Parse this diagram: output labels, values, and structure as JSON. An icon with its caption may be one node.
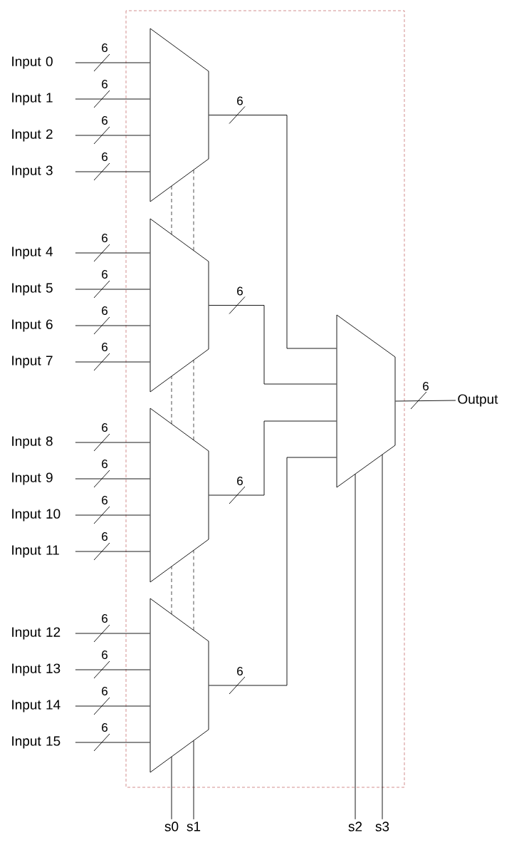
{
  "diagram": {
    "nodes": [
      {
        "text": [],
        "shape": "trapezoid"
      },
      {
        "text": [],
        "shape": "trapezoid"
      },
      {
        "text": [],
        "shape": "trapezoid"
      },
      {
        "text": [],
        "shape": "trapezoid"
      },
      {
        "text": [],
        "shape": "trapezoid"
      },
      {
        "text": [
          "Input 0"
        ]
      },
      {
        "text": [
          "Input 1"
        ]
      },
      {
        "text": [
          "Input 2"
        ]
      },
      {
        "text": [
          "Input 3"
        ]
      },
      {
        "text": [
          "Input 4"
        ]
      },
      {
        "text": [
          "Input 5"
        ]
      },
      {
        "text": [
          "Input 6"
        ]
      },
      {
        "text": [
          "Input 7"
        ]
      },
      {
        "text": [
          "Input 8"
        ]
      },
      {
        "text": [
          "Input 9"
        ]
      },
      {
        "text": [
          "Input 10"
        ]
      },
      {
        "text": [
          "Input 11"
        ]
      },
      {
        "text": [
          "Input 12"
        ]
      },
      {
        "text": [
          "Input 13"
        ]
      },
      {
        "text": [
          "Input 14"
        ]
      },
      {
        "text": [
          "Input 15"
        ]
      },
      {
        "text": [
          "Output"
        ]
      },
      {
        "text": [
          "s0"
        ]
      },
      {
        "text": [
          "s1"
        ]
      },
      {
        "text": [
          "s2"
        ]
      },
      {
        "text": [
          "s3"
        ]
      }
    ],
    "edges": [
      {
        "from": 5,
        "to": 0,
        "arrow": "none",
        "label": "6"
      },
      {
        "from": 6,
        "to": 0,
        "arrow": "none",
        "label": "6"
      },
      {
        "from": 7,
        "to": 0,
        "arrow": "none",
        "label": "6"
      },
      {
        "from": 8,
        "to": 0,
        "arrow": "none",
        "label": "6"
      },
      {
        "from": 9,
        "to": 1,
        "arrow": "none",
        "label": "6"
      },
      {
        "from": 10,
        "to": 1,
        "arrow": "none",
        "label": "6"
      },
      {
        "from": 11,
        "to": 1,
        "arrow": "none",
        "label": "6"
      },
      {
        "from": 12,
        "to": 1,
        "arrow": "none",
        "label": "6"
      },
      {
        "from": 13,
        "to": 2,
        "arrow": "none",
        "label": "6"
      },
      {
        "from": 14,
        "to": 2,
        "arrow": "none",
        "label": "6"
      },
      {
        "from": 15,
        "to": 2,
        "arrow": "none",
        "label": "6"
      },
      {
        "from": 16,
        "to": 2,
        "arrow": "none",
        "label": "6"
      },
      {
        "from": 17,
        "to": 3,
        "arrow": "none",
        "label": "6"
      },
      {
        "from": 18,
        "to": 3,
        "arrow": "none",
        "label": "6"
      },
      {
        "from": 19,
        "to": 3,
        "arrow": "none",
        "label": "6"
      },
      {
        "from": 20,
        "to": 3,
        "arrow": "none",
        "label": "6"
      },
      {
        "from": 0,
        "to": 4,
        "arrow": "none",
        "label": "6"
      },
      {
        "from": 1,
        "to": 4,
        "arrow": "none",
        "label": "6"
      },
      {
        "from": 2,
        "to": 4,
        "arrow": "none",
        "label": "6"
      },
      {
        "from": 3,
        "to": 4,
        "arrow": "none",
        "label": "6"
      },
      {
        "from": 4,
        "to": 21,
        "arrow": "none",
        "label": "6"
      },
      {
        "from": 22,
        "to": 3,
        "arrow": "none"
      },
      {
        "from": 23,
        "to": 3,
        "arrow": "none"
      },
      {
        "from": 3,
        "to": 2,
        "arrow": "none",
        "style": "dashed"
      },
      {
        "from": 3,
        "to": 2,
        "arrow": "none",
        "style": "dashed"
      },
      {
        "from": 2,
        "to": 1,
        "arrow": "none",
        "style": "dashed"
      },
      {
        "from": 2,
        "to": 1,
        "arrow": "none",
        "style": "dashed"
      },
      {
        "from": 1,
        "to": 0,
        "arrow": "none",
        "style": "dashed"
      },
      {
        "from": 1,
        "to": 0,
        "arrow": "none",
        "style": "dashed"
      },
      {
        "from": 24,
        "to": 4,
        "arrow": "none"
      },
      {
        "from": 25,
        "to": 4,
        "arrow": "none"
      }
    ]
  }
}
